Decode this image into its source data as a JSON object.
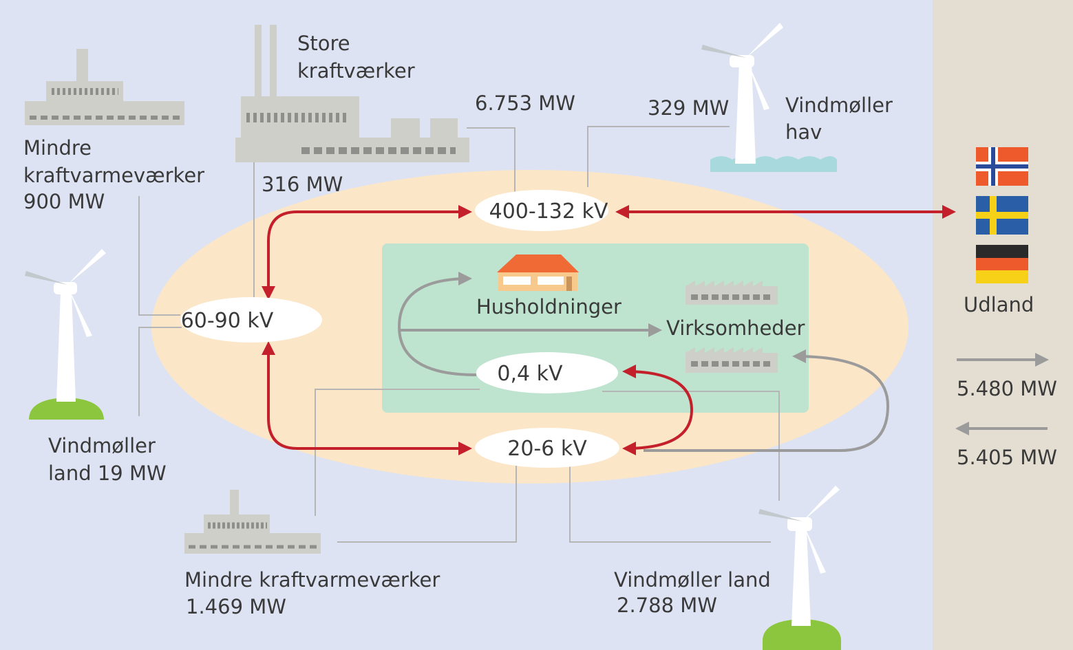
{
  "colors": {
    "background": "#dde3f2",
    "side_panel": "#e3ddd2",
    "network_zone": "#fbe6c7",
    "distribution_zone": "#bee3cf",
    "transmission_arrow": "#c4202b",
    "connection_arrow": "#9b9b9b",
    "leader_line": "#b5b5b5",
    "building": "#cfcfc9",
    "building_window": "#8e8e8a",
    "house_roof": "#f06a35",
    "house_wall": "#f8c98c",
    "grass": "#8cc63f",
    "sea": "#a8d9dd",
    "turbine": "#ffffff",
    "text": "#3a3a3a"
  },
  "labels": {
    "store_kraftvaerker_line1": "Store",
    "store_kraftvaerker_line2": "kraftværker",
    "store_kraftvaerker_mw": "6.753 MW",
    "store_kraftvaerker_mw_low": "316 MW",
    "mindre_top_line1": "Mindre",
    "mindre_top_line2": "kraftvarmeværker",
    "mindre_top_mw": "900 MW",
    "vind_hav_mw": "329 MW",
    "vind_hav_line1": "Vindmøller",
    "vind_hav_line2": "hav",
    "vind_land_left_line1": "Vindmøller",
    "vind_land_left_line2": "land 19 MW",
    "mindre_bottom_line1": "Mindre kraftvarmeværker",
    "mindre_bottom_mw": "1.469 MW",
    "vind_land_bottom_line1": "Vindmøller land",
    "vind_land_bottom_mw": "2.788 MW",
    "husholdninger": "Husholdninger",
    "virksomheder": "Virksomheder",
    "udland": "Udland",
    "export_mw": "5.480 MW",
    "import_mw": "5.405 MW"
  },
  "nodes": {
    "v400": "400-132 kV",
    "v60": "60-90 kV",
    "v04": "0,4 kV",
    "v20": "20-6 kV"
  },
  "icons": {
    "flag_norway": "norway-flag-icon",
    "flag_sweden": "sweden-flag-icon",
    "flag_germany": "germany-flag-icon",
    "house": "house-icon",
    "factory": "factory-icon",
    "power_plant": "power-plant-icon",
    "wind_turbine": "wind-turbine-icon"
  }
}
